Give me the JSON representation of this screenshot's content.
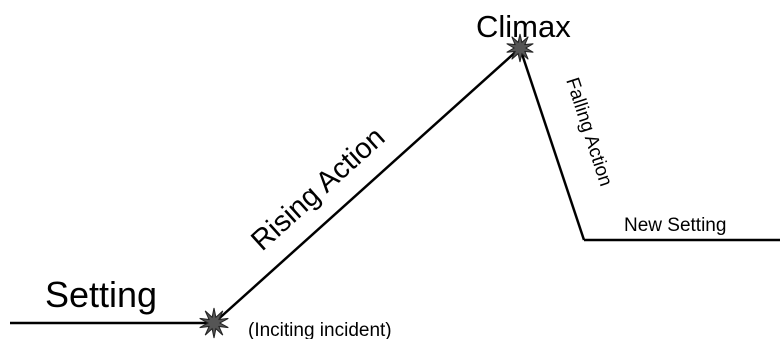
{
  "diagram": {
    "labels": {
      "setting": "Setting",
      "inciting": "(Inciting incident)",
      "rising": "Rising Action",
      "climax": "Climax",
      "falling": "Falling Action",
      "new_setting": "New Setting"
    },
    "colors": {
      "line": "#000000",
      "burst_fill": "#555555",
      "burst_stroke": "#222222",
      "text": "#000000"
    }
  }
}
